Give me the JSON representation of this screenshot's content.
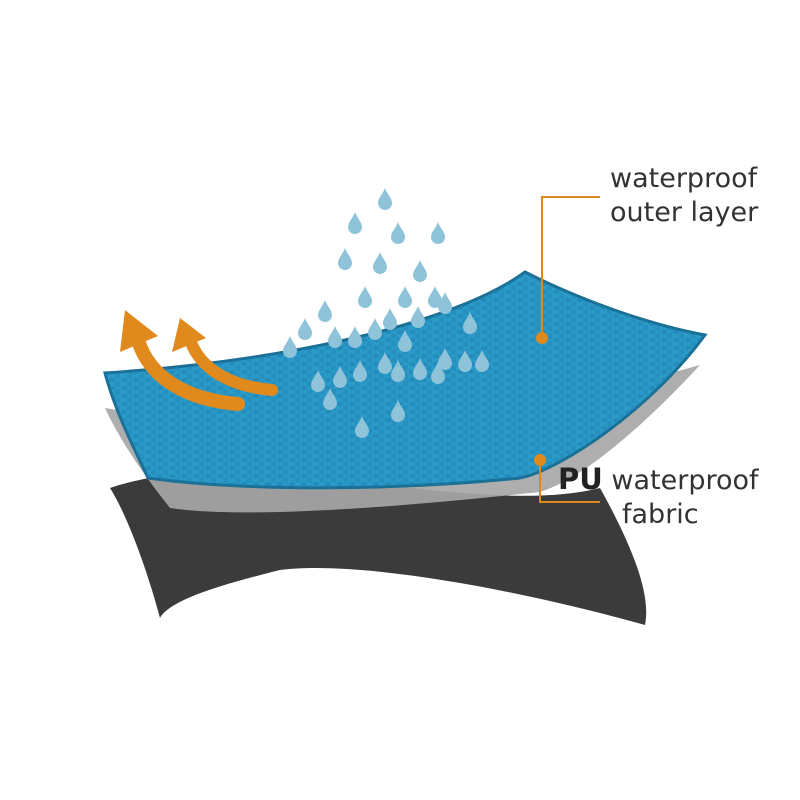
{
  "labels": {
    "outer_layer": {
      "line1": "waterproof",
      "line2": "outer layer"
    },
    "pu_fabric": {
      "prefix": "PU",
      "line1": "waterproof",
      "line2": "fabric"
    }
  },
  "colors": {
    "outer_layer": "#2a9ac8",
    "outer_layer_edge": "#1a6f95",
    "pu_layer": "#a7a7a7",
    "base_layer": "#3b3b3b",
    "arrow": "#e08a1e",
    "drop": "#8fc3d9",
    "leader": "#d98a1f"
  },
  "icons": {
    "vapor": "arrow-up-icon",
    "rain": "water-drop-icon"
  }
}
